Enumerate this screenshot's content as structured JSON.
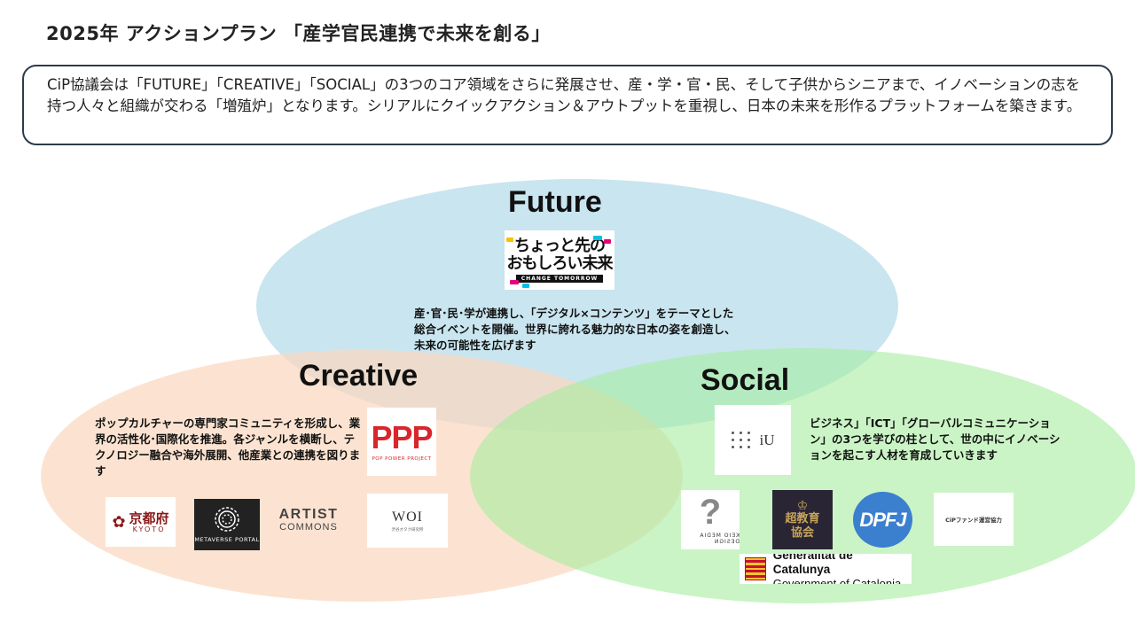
{
  "title": "2025年 アクションプラン 「産学官民連携で未来を創る」",
  "intro": "CiP協議会は「FUTURE」「CREATIVE」「SOCIAL」の3つのコア領域をさらに発展させ、産・学・官・民、そして子供からシニアまで、イノベーションの志を持つ人々と組織が交わる「増殖炉」となります。シリアルにクイックアクション＆アウトプットを重視し、日本の未来を形作るプラットフォームを築きます。",
  "colors": {
    "future": "#bfe0ec",
    "creative": "#fce0cc",
    "social": "#bdf0c2",
    "border": "#2e3b4a"
  },
  "future": {
    "title": "Future",
    "description": "産･官･民･学が連携し、「デジタル×コンテンツ」をテーマとした総合イベントを開催。世界に誇れる魅力的な日本の姿を創造し、未来の可能性を広げます",
    "logo": {
      "line1": "ちょっと先の",
      "line2": "おもしろい未来",
      "sub": "CHANGE TOMORROW"
    }
  },
  "creative": {
    "title": "Creative",
    "description": "ポップカルチャーの専門家コミュニティを形成し、業界の活性化･国際化を推進。各ジャンルを横断し、テクノロジー融合や海外展開、他産業との連携を図ります",
    "logos": {
      "ppp": {
        "big": "PPP",
        "small": "POP POWER PROJECT"
      },
      "kyoto": {
        "jp": "京都府",
        "en": "KYOTO"
      },
      "metaverse": {
        "label": "METAVERSE PORTAL"
      },
      "artist": {
        "line1": "ARTIST",
        "line2": "COMMONS"
      },
      "woi": {
        "main": "WOI",
        "sub": "渋谷オタク研究所"
      }
    }
  },
  "social": {
    "title": "Social",
    "description": "ビジネス」「ICT」「グローバルコミュニケーション」の3つを学びの柱として、世の中にイノベーションを起こす人材を育成していきます",
    "logos": {
      "iu": {
        "text": "iU"
      },
      "kmd": {
        "label": "KEIO MEDIA DESIGN"
      },
      "chokyo": {
        "line1": "超教育",
        "line2": "協会"
      },
      "dpfj": {
        "text": "DPFJ"
      },
      "cipfund": {
        "label": "CiPファンド運営協力"
      },
      "catalonia": {
        "line1": "Generalitat de Catalunya",
        "line2": "Government of Catalonia"
      }
    }
  }
}
